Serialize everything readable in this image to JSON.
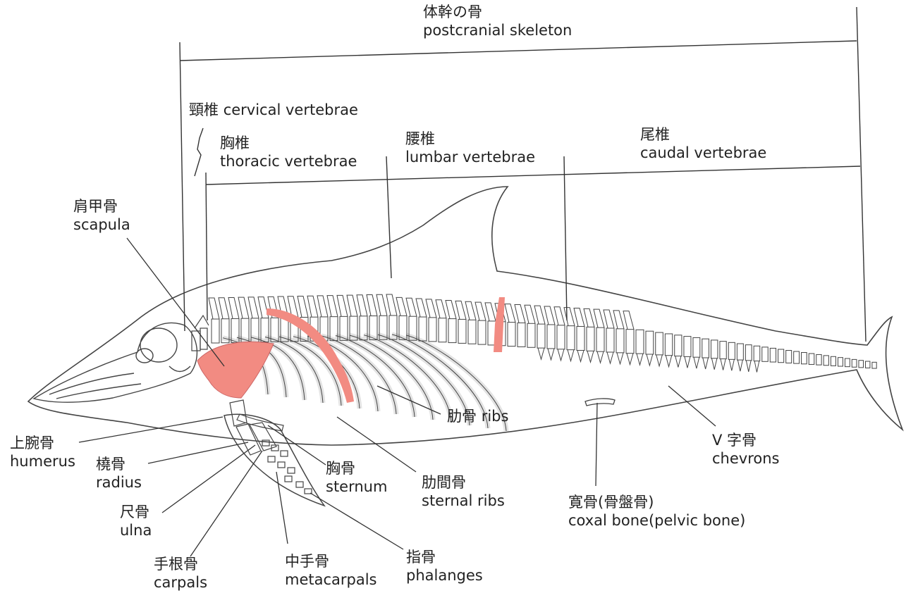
{
  "colors": {
    "line": "#333333",
    "outline": "#444444",
    "highlight": "#f28b82",
    "text": "#222222"
  },
  "regions": {
    "postcranial": {
      "ja": "体幹の骨",
      "en": "postcranial skeleton"
    },
    "cervical": {
      "ja": "頸椎",
      "en": "cervical vertebrae"
    },
    "thoracic": {
      "ja": "胸椎",
      "en": "thoracic vertebrae"
    },
    "lumbar": {
      "ja": "腰椎",
      "en": "lumbar vertebrae"
    },
    "caudal": {
      "ja": "尾椎",
      "en": "caudal vertebrae"
    }
  },
  "bones": {
    "scapula": {
      "ja": "肩甲骨",
      "en": "scapula"
    },
    "ribs": {
      "ja": "肋骨",
      "en": "ribs"
    },
    "humerus": {
      "ja": "上腕骨",
      "en": "humerus"
    },
    "radius": {
      "ja": "橈骨",
      "en": "radius"
    },
    "ulna": {
      "ja": "尺骨",
      "en": "ulna"
    },
    "carpals": {
      "ja": "手根骨",
      "en": "carpals"
    },
    "metacarpals": {
      "ja": "中手骨",
      "en": "metacarpals"
    },
    "phalanges": {
      "ja": "指骨",
      "en": "phalanges"
    },
    "sternum": {
      "ja": "胸骨",
      "en": "sternum"
    },
    "sternal_ribs": {
      "ja": "肋間骨",
      "en": "sternal ribs"
    },
    "coxal": {
      "ja": "寛骨(骨盤骨)",
      "en": "coxal bone(pelvic bone)"
    },
    "chevrons": {
      "ja": "V 字骨",
      "en": "chevrons"
    }
  }
}
